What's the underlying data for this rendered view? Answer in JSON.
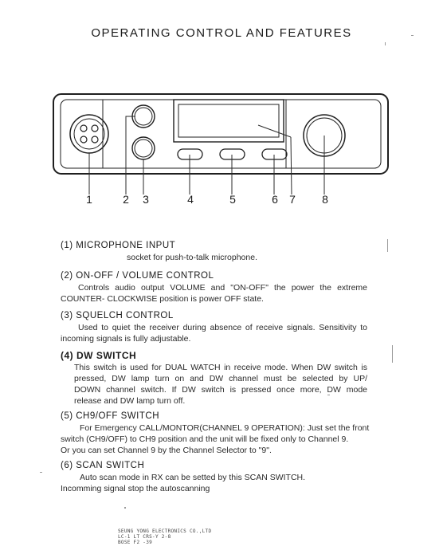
{
  "title": "OPERATING CONTROL AND FEATURES",
  "callouts": [
    "1",
    "2",
    "3",
    "4",
    "5",
    "6",
    "7",
    "8"
  ],
  "sections": [
    {
      "heading": "(1)  MICROPHONE INPUT",
      "lines": [
        "socket for push-to-talk microphone."
      ]
    },
    {
      "heading": "(2)  ON-OFF / VOLUME CONTROL",
      "lines": [
        "Controls  audio  output  VOLUME  and  \"ON-OFF\"  the  power  the  extreme",
        "COUNTER- CLOCKWISE position is power OFF state."
      ]
    },
    {
      "heading": "(3)  SQUELCH CONTROL",
      "lines": [
        "Used  to  quiet  the  receiver  during  absence  of  receive  signals.  Sensitivity  to",
        "incoming signals is fully adjustable."
      ]
    },
    {
      "heading": "(4)  DW SWITCH",
      "lines": [
        "This switch is used for DUAL WATCH in receive mode. When DW switch is",
        "pressed,  DW  lamp  turn  on  and  DW  channel  must  be  selected  by  UP/",
        "DOWN  channel  switch.  If  DW  switch  is  pressed  once  more,  DW  mode",
        "release and DW  lamp turn off."
      ]
    },
    {
      "heading": "(5)  CH9/OFF SWITCH",
      "lines": [
        "For Emergency CALL/MONTOR(CHANNEL 9 OPERATION): Just set the front",
        "switch (CH9/OFF) to CH9 position and the unit will be fixed only to Channel 9.",
        "Or you can set Channel 9 by the Channel Selector to \"9\"."
      ]
    },
    {
      "heading": "(6)  SCAN SWITCH",
      "lines": [
        "Auto scan mode in RX can be setted by this SCAN SWITCH.",
        "Incomming signal stop the autoscanning"
      ]
    }
  ],
  "footer": [
    "SEUNG YONG ELECTRONICS CO.,LTD",
    "LC-1 LT CRS-Y 2-8",
    "BOSE F2 -39"
  ]
}
